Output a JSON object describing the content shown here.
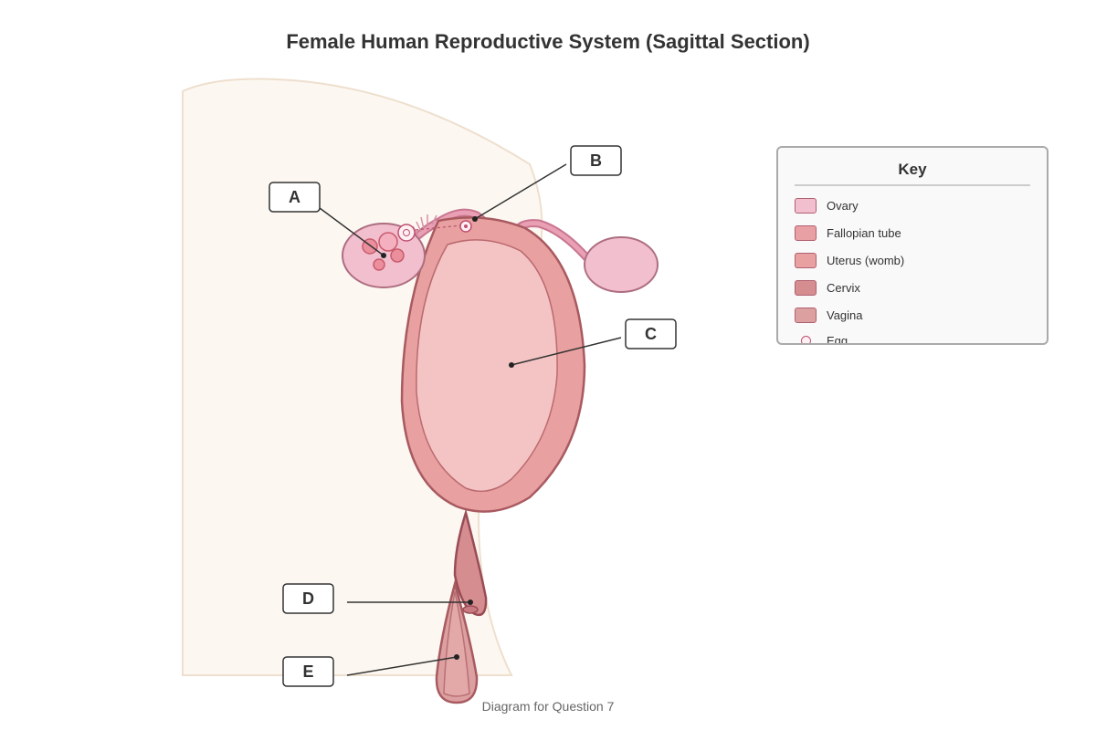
{
  "title": "Female Human Reproductive System (Sagittal Section)",
  "caption": "Diagram for Question 7",
  "labels": {
    "a": "A",
    "b": "B",
    "c": "C",
    "d": "D",
    "e": "E"
  },
  "key": {
    "title": "Key",
    "items": [
      {
        "label": "Ovary",
        "color": "#f2bfcf"
      },
      {
        "label": "Fallopian tube",
        "color": "#e9a0a4"
      },
      {
        "label": "Uterus (womb)",
        "color": "#e8a0a0"
      },
      {
        "label": "Cervix",
        "color": "#d68d90"
      },
      {
        "label": "Vagina",
        "color": "#dda0a0"
      },
      {
        "label": "Egg",
        "color": "#fff0f4"
      }
    ]
  },
  "colors": {
    "body": "#fcf8f1",
    "ovary": "#f2bfcf",
    "tube": "#e9a0a4",
    "uterus_wall": "#e8a0a0",
    "uterus_cavity": "#f4c4c4",
    "cervix": "#d68d90",
    "vagina": "#dda0a0",
    "outline": "#a85a60"
  }
}
